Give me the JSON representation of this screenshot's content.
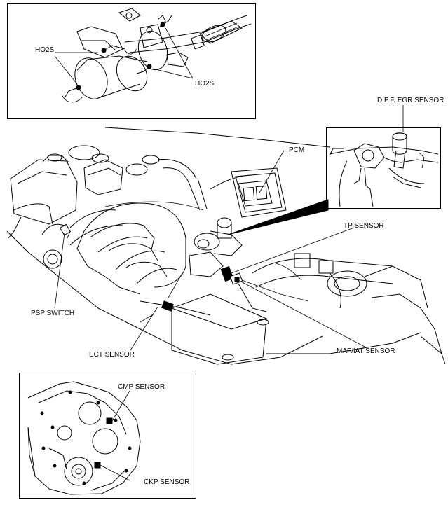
{
  "labels": {
    "ho2s_left": "HO2S",
    "ho2s_right": "HO2S",
    "dpf_egr_sensor": "D.P.F. EGR SENSOR",
    "pcm": "PCM",
    "tp_sensor": "TP SENSOR",
    "psp_switch": "PSP SWITCH",
    "maf_iat_sensor": "MAF/IAT SENSOR",
    "ect_sensor": "ECT SENSOR",
    "cmp_sensor": "CMP SENSOR",
    "ckp_sensor": "CKP SENSOR"
  }
}
